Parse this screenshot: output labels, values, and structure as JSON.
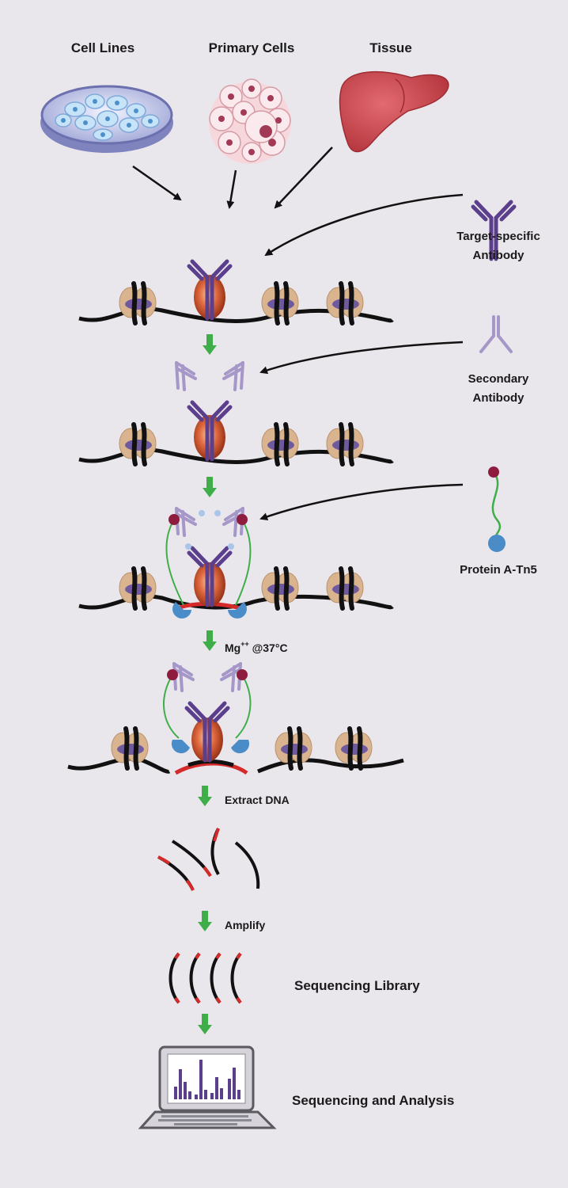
{
  "sources": {
    "cell_lines": "Cell Lines",
    "primary_cells": "Primary Cells",
    "tissue": "Tissue"
  },
  "reagents": {
    "primary_antibody_line1": "Target-specific",
    "primary_antibody_line2": "Antibody",
    "secondary_antibody_line1": "Secondary",
    "secondary_antibody_line2": "Antibody",
    "protein_a_tn5": "Protein A-Tn5"
  },
  "steps": {
    "activation_prefix": "Mg",
    "activation_superscript": "++",
    "activation_suffix": " @37°C",
    "extract": "Extract DNA",
    "amplify": "Amplify",
    "library": "Sequencing Library",
    "analysis": "Sequencing and Analysis"
  },
  "colors": {
    "background": "#E9E6EC",
    "dna": "#111111",
    "cut_dna": "#D42A2A",
    "step_arrow": "#3FAE49",
    "primary_antibody": "#5B3F8C",
    "secondary_antibody": "#A597C8",
    "nucleosome": "#D9B48F",
    "histone_tail": "#6F5A9E",
    "target_protein": "#C1441C",
    "protein_a": "#8E1C3E",
    "tn5": "#4A8CC8",
    "linker": "#3FAE49",
    "liver": "#C9434A"
  },
  "icons": [
    "petri-dish-icon",
    "cell-cluster-icon",
    "liver-icon",
    "antibody-icon",
    "laptop-icon"
  ]
}
